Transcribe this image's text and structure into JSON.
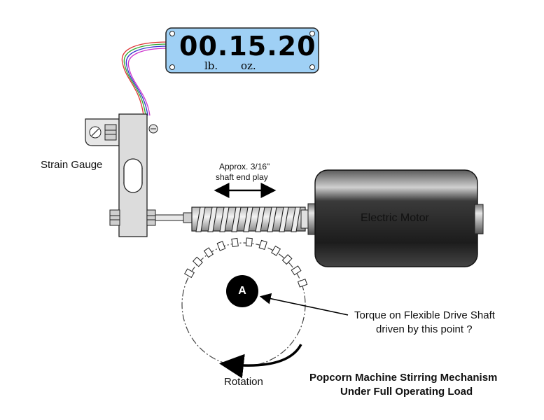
{
  "display": {
    "reading": "00.15.20",
    "unit_lb": "lb.",
    "unit_oz": "oz."
  },
  "labels": {
    "strain_gauge": "Strain Gauge",
    "end_play_line1": "Approx. 3/16\"",
    "end_play_line2": "shaft end play",
    "electric_motor": "Electric Motor",
    "point": "A",
    "torque_line1": "Torque on Flexible Drive Shaft",
    "torque_line2": "driven by this point ?",
    "rotation": "Rotation",
    "title_line1": "Popcorn Machine Stirring Mechanism",
    "title_line2": "Under Full Operating Load"
  },
  "colors": {
    "display_bg": "#9fd0f5",
    "gauge_body": "#dcdcdc",
    "motor_dark": "#2a2a2a",
    "point_fill": "#000000"
  }
}
